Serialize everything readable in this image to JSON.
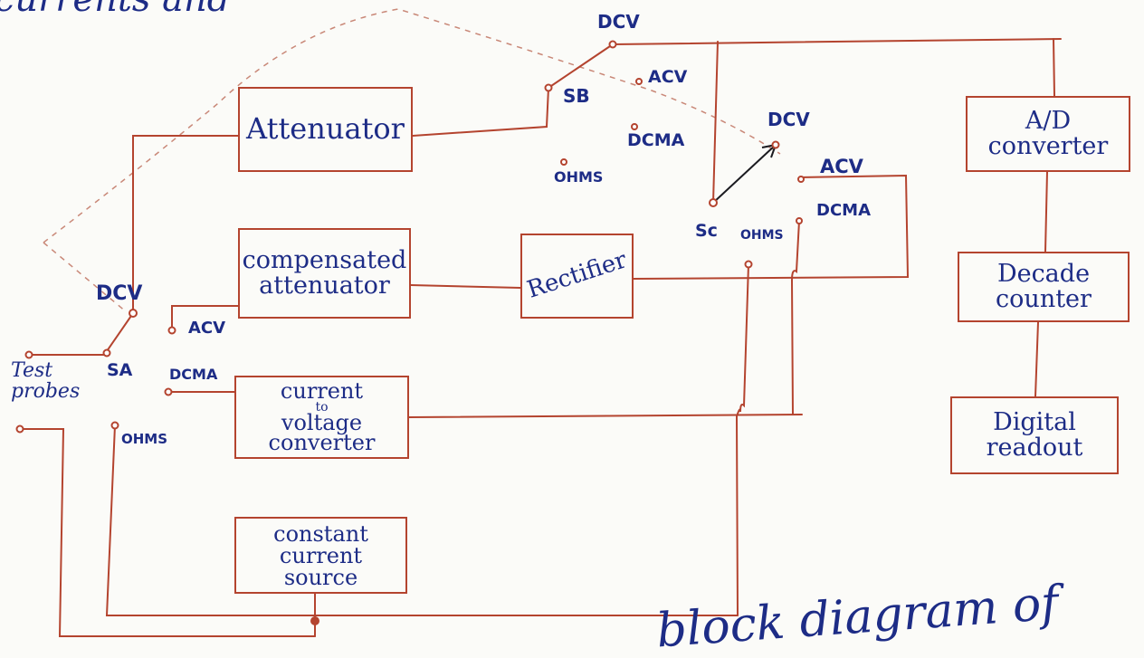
{
  "colors": {
    "wire": "#b4442f",
    "ink": "#1d2c86",
    "paper": "#fbfbf8",
    "dash": "#c98878"
  },
  "page": {
    "top_fragment": "currents and",
    "bottom_fragment": "block diagram of"
  },
  "blocks": {
    "attenuator": [
      "Attenuator"
    ],
    "compensated": [
      "compensated",
      "attenuator"
    ],
    "rectifier": [
      "Rectifier"
    ],
    "current_to_voltage": [
      "current",
      "to",
      "voltage",
      "converter"
    ],
    "constant_current": [
      "constant",
      "current",
      "source"
    ],
    "ad_converter": [
      "A/D",
      "converter"
    ],
    "decade_counter": [
      "Decade",
      "counter"
    ],
    "digital_readout": [
      "Digital",
      "readout"
    ]
  },
  "switch_a": {
    "name": "SA",
    "dcv": "DCV",
    "acv": "ACV",
    "dcma": "DCMA",
    "ohms": "OHMS"
  },
  "switch_b": {
    "name": "SB",
    "dcv": "DCV",
    "acv": "ACV",
    "dcma": "DCMA",
    "ohms": "OHMS"
  },
  "switch_c": {
    "name": "Sc",
    "dcv": "DCV",
    "acv": "ACV",
    "dcma": "DCMA",
    "ohms": "OHMS"
  },
  "probes": [
    "Test",
    "probes"
  ]
}
